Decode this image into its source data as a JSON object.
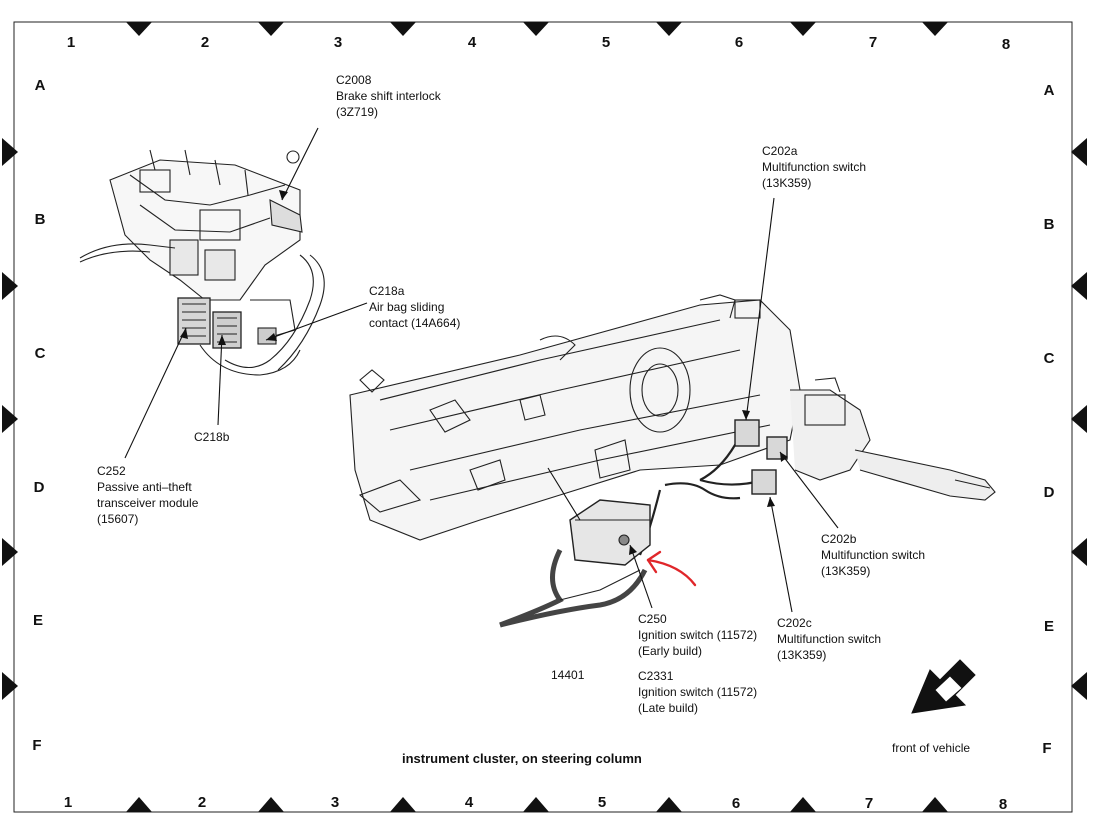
{
  "caption": "instrument cluster, on steering column",
  "front_label": "front of vehicle",
  "columns": [
    "1",
    "2",
    "3",
    "4",
    "5",
    "6",
    "7",
    "8"
  ],
  "rows": [
    "A",
    "B",
    "C",
    "D",
    "E",
    "F"
  ],
  "callouts": {
    "c2008": {
      "code": "C2008",
      "desc": "Brake shift interlock",
      "part": "(3Z719)"
    },
    "c218a": {
      "code": "C218a",
      "desc1": "Air bag sliding",
      "desc2": "contact (14A664)"
    },
    "c218b": {
      "code": "C218b"
    },
    "c252": {
      "code": "C252",
      "desc1": "Passive anti–theft",
      "desc2": "transceiver module",
      "part": "(15607)"
    },
    "c202a": {
      "code": "C202a",
      "desc": "Multifunction switch",
      "part": "(13K359)"
    },
    "c202b": {
      "code": "C202b",
      "desc": "Multifunction switch",
      "part": "(13K359)"
    },
    "c202c": {
      "code": "C202c",
      "desc": "Multifunction switch",
      "part": "(13K359)"
    },
    "c250": {
      "code": "C250",
      "desc": "Ignition switch (11572)",
      "build": "(Early build)"
    },
    "c2331": {
      "code": "C2331",
      "desc": "Ignition switch (11572)",
      "build": "(Late build)"
    },
    "harness": {
      "code": "14401"
    }
  },
  "colors": {
    "annotation_arrow": "#e0262a",
    "ink": "#111111"
  }
}
